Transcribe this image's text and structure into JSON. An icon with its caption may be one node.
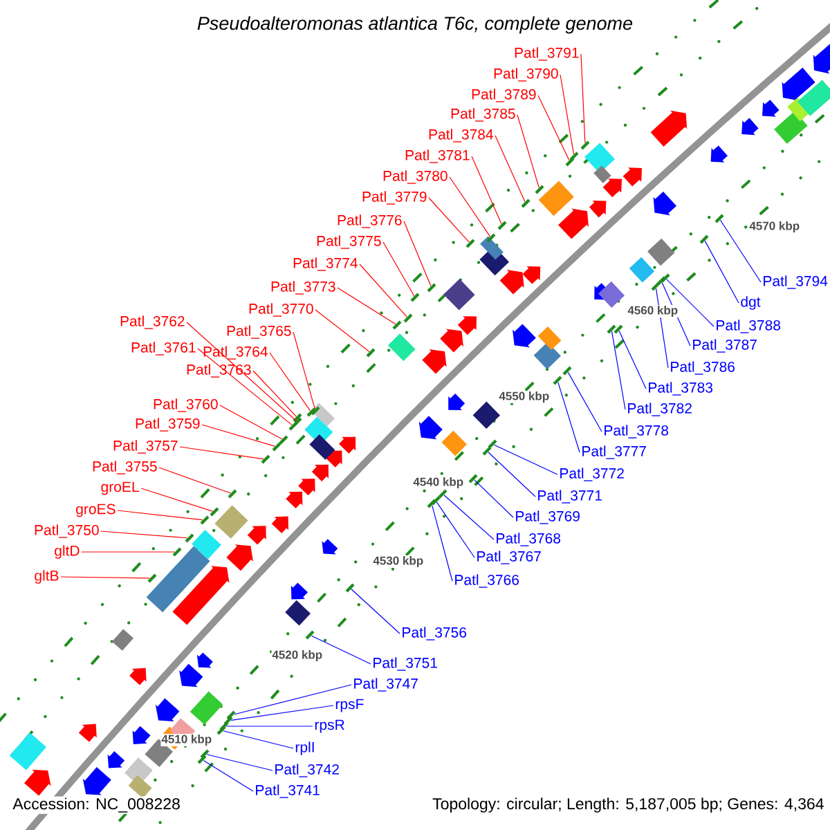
{
  "diagram": {
    "title": "Pseudoalteromonas atlantica T6c, complete genome",
    "nodes": [
      {
        "text": [
          "Patl_3791"
        ]
      },
      {
        "text": [
          "Patl_3790"
        ]
      },
      {
        "text": [
          "Patl_3789"
        ]
      },
      {
        "text": [
          "Patl_3785"
        ]
      },
      {
        "text": [
          "Patl_3784"
        ]
      },
      {
        "text": [
          "Patl_3781"
        ]
      },
      {
        "text": [
          "Patl_3780"
        ]
      },
      {
        "text": [
          "Patl_3779"
        ]
      },
      {
        "text": [
          "Patl_3776"
        ]
      },
      {
        "text": [
          "Patl_3775"
        ]
      },
      {
        "text": [
          "Patl_3774"
        ]
      },
      {
        "text": [
          "Patl_3773"
        ]
      },
      {
        "text": [
          "Patl_3770"
        ]
      },
      {
        "text": [
          "Patl_3762"
        ]
      },
      {
        "text": [
          "Patl_3765"
        ]
      },
      {
        "text": [
          "Patl_3761"
        ]
      },
      {
        "text": [
          "Patl_3764"
        ]
      },
      {
        "text": [
          "Patl_3763"
        ]
      },
      {
        "text": [
          "Patl_3760"
        ]
      },
      {
        "text": [
          "Patl_3759"
        ]
      },
      {
        "text": [
          "Patl_3757"
        ]
      },
      {
        "text": [
          "Patl_3755"
        ]
      },
      {
        "text": [
          "groEL"
        ]
      },
      {
        "text": [
          "groES"
        ]
      },
      {
        "text": [
          "Patl_3750"
        ]
      },
      {
        "text": [
          "gltD"
        ]
      },
      {
        "text": [
          "gltB"
        ]
      },
      {
        "text": [
          "Patl_3794"
        ]
      },
      {
        "text": [
          "dgt"
        ]
      },
      {
        "text": [
          "Patl_3788"
        ]
      },
      {
        "text": [
          "Patl_3787"
        ]
      },
      {
        "text": [
          "Patl_3786"
        ]
      },
      {
        "text": [
          "Patl_3783"
        ]
      },
      {
        "text": [
          "Patl_3782"
        ]
      },
      {
        "text": [
          "Patl_3778"
        ]
      },
      {
        "text": [
          "Patl_3777"
        ]
      },
      {
        "text": [
          "Patl_3772"
        ]
      },
      {
        "text": [
          "Patl_3771"
        ]
      },
      {
        "text": [
          "Patl_3769"
        ]
      },
      {
        "text": [
          "Patl_3768"
        ]
      },
      {
        "text": [
          "Patl_3767"
        ]
      },
      {
        "text": [
          "Patl_3766"
        ]
      },
      {
        "text": [
          "Patl_3756"
        ]
      },
      {
        "text": [
          "Patl_3751"
        ]
      },
      {
        "text": [
          "Patl_3747"
        ]
      },
      {
        "text": [
          "rpsF"
        ]
      },
      {
        "text": [
          "rpsR"
        ]
      },
      {
        "text": [
          "rplI"
        ]
      },
      {
        "text": [
          "Patl_3742"
        ]
      },
      {
        "text": [
          "Patl_3741"
        ]
      },
      {
        "text": [],
        "shape": "bar"
      },
      {
        "text": [],
        "shape": "bar"
      },
      {
        "text": [],
        "shape": "bar"
      },
      {
        "text": [],
        "shape": "bar"
      },
      {
        "text": [],
        "shape": "bar"
      },
      {
        "text": [],
        "shape": "bar"
      },
      {
        "text": [],
        "shape": "bar"
      },
      {
        "text": [],
        "shape": "bar"
      },
      {
        "text": [],
        "shape": "bar"
      },
      {
        "text": [],
        "shape": "bar"
      },
      {
        "text": [],
        "shape": "bar"
      },
      {
        "text": [],
        "shape": "bar"
      },
      {
        "text": [],
        "shape": "bar"
      },
      {
        "text": [],
        "shape": "bar"
      },
      {
        "text": [],
        "shape": "bar"
      },
      {
        "text": [],
        "shape": "bar"
      },
      {
        "text": [],
        "shape": "bar"
      },
      {
        "text": [],
        "shape": "bar"
      },
      {
        "text": [],
        "shape": "bar"
      },
      {
        "text": [],
        "shape": "bar"
      },
      {
        "text": [],
        "shape": "bar"
      },
      {
        "text": [],
        "shape": "bar"
      },
      {
        "text": [],
        "shape": "bar"
      },
      {
        "text": [],
        "shape": "bar"
      },
      {
        "text": [],
        "shape": "bar"
      },
      {
        "text": [],
        "shape": "bar"
      },
      {
        "text": [],
        "shape": "bar"
      },
      {
        "text": [],
        "shape": "bar"
      },
      {
        "text": [],
        "shape": "bar"
      },
      {
        "text": [],
        "shape": "bar"
      },
      {
        "text": [],
        "shape": "bar"
      },
      {
        "text": [],
        "shape": "bar"
      },
      {
        "text": [],
        "shape": "bar"
      },
      {
        "text": [],
        "shape": "bar"
      },
      {
        "text": [],
        "shape": "bar"
      },
      {
        "text": [],
        "shape": "bar"
      },
      {
        "text": [],
        "shape": "bar"
      },
      {
        "text": [],
        "shape": "bar"
      },
      {
        "text": [],
        "shape": "bar"
      },
      {
        "text": [],
        "shape": "bar"
      },
      {
        "text": [],
        "shape": "bar"
      },
      {
        "text": [],
        "shape": "bar"
      },
      {
        "text": [],
        "shape": "bar"
      },
      {
        "text": [],
        "shape": "bar"
      },
      {
        "text": [],
        "shape": "bar"
      },
      {
        "text": [],
        "shape": "bar"
      },
      {
        "text": [],
        "shape": "bar"
      },
      {
        "text": [],
        "shape": "bar"
      },
      {
        "text": [],
        "shape": "bar"
      },
      {
        "text": [],
        "shape": "bar"
      }
    ],
    "edges": [
      {
        "from": 0,
        "to": 50,
        "arrow": "none",
        "color": "#ff0000"
      },
      {
        "from": 1,
        "to": 51,
        "arrow": "none",
        "color": "#ff0000"
      },
      {
        "from": 2,
        "to": 52,
        "arrow": "none",
        "color": "#ff0000"
      },
      {
        "from": 3,
        "to": 53,
        "arrow": "none",
        "color": "#ff0000"
      },
      {
        "from": 4,
        "to": 54,
        "arrow": "none",
        "color": "#ff0000"
      },
      {
        "from": 5,
        "to": 55,
        "arrow": "none",
        "color": "#ff0000"
      },
      {
        "from": 6,
        "to": 56,
        "arrow": "none",
        "color": "#ff0000"
      },
      {
        "from": 7,
        "to": 57,
        "arrow": "none",
        "color": "#ff0000"
      },
      {
        "from": 8,
        "to": 58,
        "arrow": "none",
        "color": "#ff0000"
      },
      {
        "from": 9,
        "to": 59,
        "arrow": "none",
        "color": "#ff0000"
      },
      {
        "from": 10,
        "to": 60,
        "arrow": "none",
        "color": "#ff0000"
      },
      {
        "from": 11,
        "to": 61,
        "arrow": "none",
        "color": "#ff0000"
      },
      {
        "from": 12,
        "to": 62,
        "arrow": "none",
        "color": "#ff0000"
      },
      {
        "from": 13,
        "to": 63,
        "arrow": "none",
        "color": "#ff0000"
      },
      {
        "from": 14,
        "to": 64,
        "arrow": "none",
        "color": "#ff0000"
      },
      {
        "from": 15,
        "to": 65,
        "arrow": "none",
        "color": "#ff0000"
      },
      {
        "from": 16,
        "to": 66,
        "arrow": "none",
        "color": "#ff0000"
      },
      {
        "from": 17,
        "to": 67,
        "arrow": "none",
        "color": "#ff0000"
      },
      {
        "from": 18,
        "to": 68,
        "arrow": "none",
        "color": "#ff0000"
      },
      {
        "from": 19,
        "to": 69,
        "arrow": "none",
        "color": "#ff0000"
      },
      {
        "from": 20,
        "to": 70,
        "arrow": "none",
        "color": "#ff0000"
      },
      {
        "from": 21,
        "to": 71,
        "arrow": "none",
        "color": "#ff0000"
      },
      {
        "from": 22,
        "to": 72,
        "arrow": "none",
        "color": "#ff0000"
      },
      {
        "from": 23,
        "to": 73,
        "arrow": "none",
        "color": "#ff0000"
      },
      {
        "from": 24,
        "to": 74,
        "arrow": "none",
        "color": "#ff0000"
      },
      {
        "from": 25,
        "to": 75,
        "arrow": "none",
        "color": "#ff0000"
      },
      {
        "from": 26,
        "to": 76,
        "arrow": "none",
        "color": "#ff0000"
      },
      {
        "from": 27,
        "to": 77,
        "arrow": "none",
        "color": "#0000ff"
      },
      {
        "from": 28,
        "to": 78,
        "arrow": "none",
        "color": "#0000ff"
      },
      {
        "from": 29,
        "to": 79,
        "arrow": "none",
        "color": "#0000ff"
      },
      {
        "from": 30,
        "to": 80,
        "arrow": "none",
        "color": "#0000ff"
      },
      {
        "from": 31,
        "to": 81,
        "arrow": "none",
        "color": "#0000ff"
      },
      {
        "from": 32,
        "to": 82,
        "arrow": "none",
        "color": "#0000ff"
      },
      {
        "from": 33,
        "to": 83,
        "arrow": "none",
        "color": "#0000ff"
      },
      {
        "from": 34,
        "to": 84,
        "arrow": "none",
        "color": "#0000ff"
      },
      {
        "from": 35,
        "to": 85,
        "arrow": "none",
        "color": "#0000ff"
      },
      {
        "from": 36,
        "to": 86,
        "arrow": "none",
        "color": "#0000ff"
      },
      {
        "from": 37,
        "to": 87,
        "arrow": "none",
        "color": "#0000ff"
      },
      {
        "from": 38,
        "to": 88,
        "arrow": "none",
        "color": "#0000ff"
      },
      {
        "from": 39,
        "to": 89,
        "arrow": "none",
        "color": "#0000ff"
      },
      {
        "from": 40,
        "to": 90,
        "arrow": "none",
        "color": "#0000ff"
      },
      {
        "from": 41,
        "to": 91,
        "arrow": "none",
        "color": "#0000ff"
      },
      {
        "from": 42,
        "to": 92,
        "arrow": "none",
        "color": "#0000ff"
      },
      {
        "from": 43,
        "to": 93,
        "arrow": "none",
        "color": "#0000ff"
      },
      {
        "from": 44,
        "to": 94,
        "arrow": "none",
        "color": "#0000ff"
      },
      {
        "from": 45,
        "to": 95,
        "arrow": "none",
        "color": "#0000ff"
      },
      {
        "from": 46,
        "to": 96,
        "arrow": "none",
        "color": "#0000ff"
      },
      {
        "from": 47,
        "to": 97,
        "arrow": "none",
        "color": "#0000ff"
      },
      {
        "from": 48,
        "to": 98,
        "arrow": "none",
        "color": "#0000ff"
      },
      {
        "from": 49,
        "to": 99,
        "arrow": "none",
        "color": "#0000ff"
      }
    ],
    "labels": [
      "4570 kbp",
      "4560 kbp",
      "4550 kbp",
      "4540 kbp",
      "4530 kbp",
      "4520 kbp",
      "4510 kbp",
      "Accession: NC_008228",
      "Topology: circular; Length: 5,187,005 bp; Genes: 4,364"
    ]
  }
}
